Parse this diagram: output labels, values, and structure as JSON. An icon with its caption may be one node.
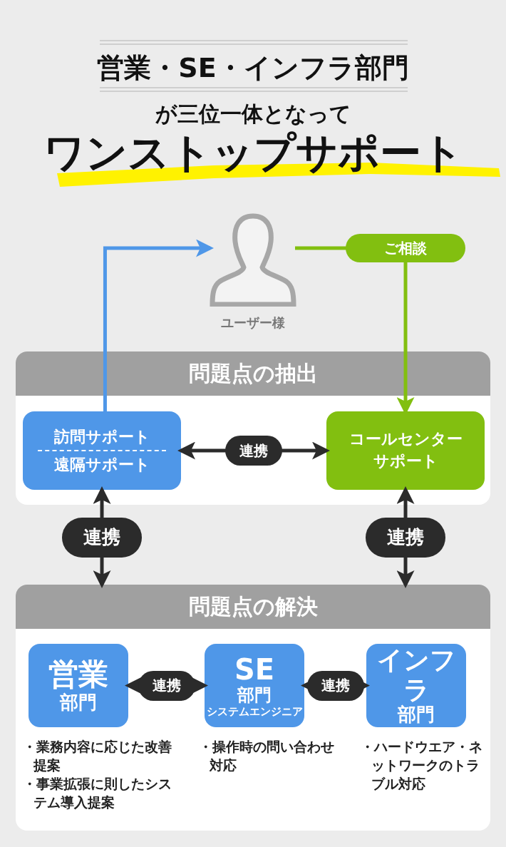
{
  "diagram": {
    "title": "営業・SE・インフラ部門",
    "labels": [
      "が三位一体となって",
      "ワンストップサポート"
    ],
    "nodes": [
      {
        "text": [],
        "shape": "person",
        "beside": [
          "ユーザー様"
        ]
      },
      {
        "text": [
          "問題点の抽出"
        ]
      },
      {
        "text": [
          "訪問サポート",
          "遠隔サポート"
        ],
        "in": 1
      },
      {
        "text": [
          "コールセンターサポート"
        ],
        "in": 1
      },
      {
        "text": [
          "問題点の解決"
        ]
      },
      {
        "text": [
          "営業",
          "部門"
        ],
        "in": 4,
        "beside": [
          "・業務内容に応じた改善提案",
          "・事業拡張に則したシステム導入提案"
        ]
      },
      {
        "text": [
          "SE",
          "部門",
          "システムエンジニア"
        ],
        "in": 4,
        "beside": [
          "・操作時の問い合わせ対応"
        ]
      },
      {
        "text": [
          "インフラ",
          "部門"
        ],
        "in": 4,
        "beside": [
          "・ハードウエア・ネットワークのトラブル対応"
        ]
      }
    ],
    "edges": [
      {
        "from": 2,
        "to": 0,
        "arrow": "to",
        "color": "#4f97e8"
      },
      {
        "from": 0,
        "to": 3,
        "arrow": "to",
        "color": "#82bf10",
        "label": "ご相談"
      },
      {
        "from": 2,
        "to": 3,
        "arrow": "both",
        "label": "連携"
      },
      {
        "from": 2,
        "to": 4,
        "arrow": "both",
        "label": "連携"
      },
      {
        "from": 3,
        "to": 4,
        "arrow": "both",
        "label": "連携"
      },
      {
        "from": 5,
        "to": 6,
        "arrow": "both",
        "label": "連携"
      },
      {
        "from": 6,
        "to": 7,
        "arrow": "both",
        "label": "連携"
      }
    ]
  }
}
